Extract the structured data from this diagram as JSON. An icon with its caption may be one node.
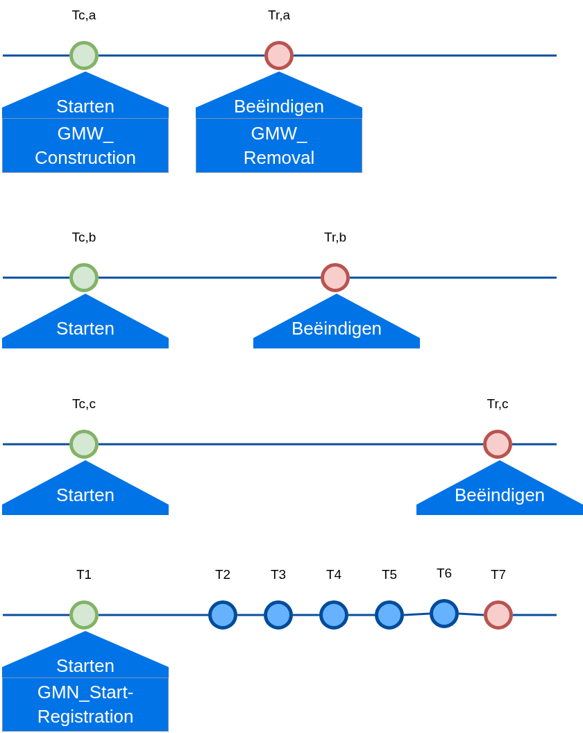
{
  "diagram": {
    "nodes": [
      {
        "text": [],
        "shape": "circle",
        "beside": [
          "Tc,a"
        ]
      },
      {
        "text": [],
        "shape": "circle",
        "beside": [
          "Tr,a"
        ]
      },
      {
        "text": [
          "Starten",
          "GMW_ Construction"
        ]
      },
      {
        "text": [
          "Beëindigen",
          "GMW_ Removal"
        ]
      },
      {
        "text": [],
        "shape": "circle",
        "beside": [
          "Tc,b"
        ]
      },
      {
        "text": [],
        "shape": "circle",
        "beside": [
          "Tr,b"
        ]
      },
      {
        "text": [
          "Starten"
        ]
      },
      {
        "text": [
          "Beëindigen"
        ]
      },
      {
        "text": [],
        "shape": "circle",
        "beside": [
          "Tc,c"
        ]
      },
      {
        "text": [],
        "shape": "circle",
        "beside": [
          "Tr,c"
        ]
      },
      {
        "text": [
          "Starten"
        ]
      },
      {
        "text": [
          "Beëindigen"
        ]
      },
      {
        "text": [],
        "shape": "circle",
        "beside": [
          "T1"
        ]
      },
      {
        "text": [],
        "shape": "circle",
        "beside": [
          "T2"
        ]
      },
      {
        "text": [],
        "shape": "circle",
        "beside": [
          "T3"
        ]
      },
      {
        "text": [],
        "shape": "circle",
        "beside": [
          "T4"
        ]
      },
      {
        "text": [],
        "shape": "circle",
        "beside": [
          "T5"
        ]
      },
      {
        "text": [],
        "shape": "circle",
        "beside": [
          "T6"
        ]
      },
      {
        "text": [],
        "shape": "circle",
        "beside": [
          "T7"
        ]
      },
      {
        "text": [
          "Starten",
          "GMN_Start-Registration"
        ]
      }
    ],
    "edges": [
      {
        "from": null,
        "to": 0,
        "arrow": "none"
      },
      {
        "from": 0,
        "to": 1,
        "arrow": "none"
      },
      {
        "from": 1,
        "to": null,
        "arrow": "none"
      },
      {
        "from": null,
        "to": 4,
        "arrow": "none"
      },
      {
        "from": 4,
        "to": 5,
        "arrow": "none"
      },
      {
        "from": 5,
        "to": null,
        "arrow": "none"
      },
      {
        "from": null,
        "to": 8,
        "arrow": "none"
      },
      {
        "from": 8,
        "to": 9,
        "arrow": "none"
      },
      {
        "from": 9,
        "to": null,
        "arrow": "none"
      },
      {
        "from": null,
        "to": 12,
        "arrow": "none"
      },
      {
        "from": 12,
        "to": 13,
        "arrow": "none"
      },
      {
        "from": 13,
        "to": 14,
        "arrow": "none"
      },
      {
        "from": 14,
        "to": 15,
        "arrow": "none"
      },
      {
        "from": 15,
        "to": 16,
        "arrow": "none"
      },
      {
        "from": 16,
        "to": 17,
        "arrow": "none"
      },
      {
        "from": 17,
        "to": 18,
        "arrow": "none"
      },
      {
        "from": 18,
        "to": null,
        "arrow": "none"
      }
    ]
  }
}
